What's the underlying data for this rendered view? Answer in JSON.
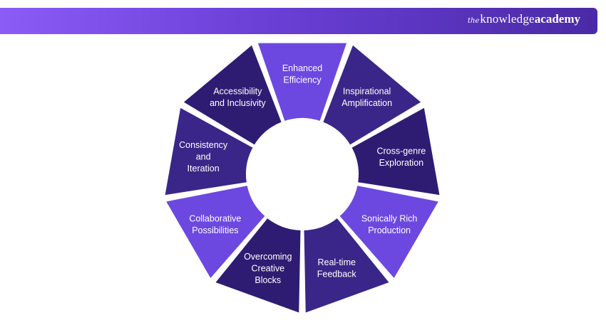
{
  "header": {
    "brand_the": "the",
    "brand_knowledge": "knowledge",
    "brand_academy": "academy"
  },
  "wheel": {
    "segments": [
      {
        "lines": [
          "Enhanced",
          "Efficiency"
        ],
        "color": "#6c48e0"
      },
      {
        "lines": [
          "Inspirational",
          "Amplification"
        ],
        "color": "#3a2688"
      },
      {
        "lines": [
          "Cross-genre",
          "Exploration"
        ],
        "color": "#2e1c73"
      },
      {
        "lines": [
          "Sonically Rich",
          "Production"
        ],
        "color": "#6c48e0"
      },
      {
        "lines": [
          "Real-time",
          "Feedback"
        ],
        "color": "#3a2688"
      },
      {
        "lines": [
          "Overcoming",
          "Creative",
          "Blocks"
        ],
        "color": "#2e1c73"
      },
      {
        "lines": [
          "Collaborative",
          "Possibilities"
        ],
        "color": "#6c48e0"
      },
      {
        "lines": [
          "Consistency",
          "and",
          "Iteration"
        ],
        "color": "#3a2688"
      },
      {
        "lines": [
          "Accessibility",
          "and Inclusivity"
        ],
        "color": "#2e1c73"
      }
    ]
  }
}
